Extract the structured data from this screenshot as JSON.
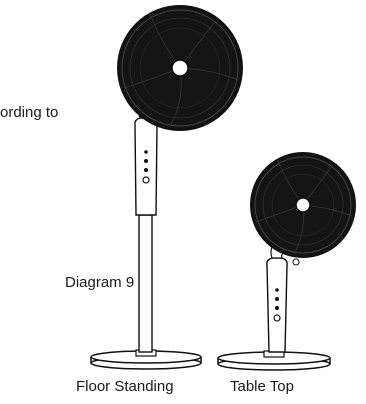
{
  "intro_text_fragment": "ording to",
  "diagram_label": "Diagram 9",
  "labels": {
    "floor": "Floor Standing",
    "table": "Table Top"
  },
  "colors": {
    "ink": "#111111",
    "paper": "#ffffff"
  },
  "fans": [
    {
      "id": "floor-standing-fan",
      "icon": "pedestal-fan-icon"
    },
    {
      "id": "table-top-fan",
      "icon": "desk-fan-icon"
    }
  ]
}
